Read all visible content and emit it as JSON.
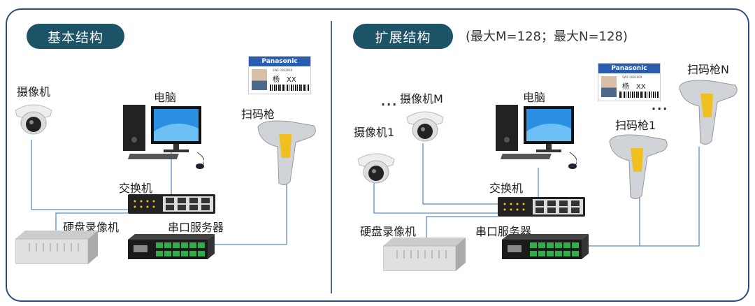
{
  "left": {
    "title": "基本结构",
    "labels": {
      "camera": "摄像机",
      "pc": "电脑",
      "scanner": "扫码枪",
      "switch": "交换机",
      "nvr": "硬盘录像机",
      "serial": "串口服务器"
    },
    "card": {
      "brand": "Panasonic",
      "name": "杨　XX",
      "number": "SWE 0082809"
    }
  },
  "right": {
    "title": "扩展结构",
    "subtitle": "(最大M=128；最大N=128)",
    "labels": {
      "camera_m": "摄像机M",
      "camera_1": "摄像机1",
      "pc": "电脑",
      "scanner_n": "扫码枪N",
      "scanner_1": "扫码枪1",
      "switch": "交换机",
      "nvr": "硬盘录像机",
      "serial": "串口服务器"
    },
    "card": {
      "brand": "Panasonic",
      "name": "杨　XX",
      "number": "SWE 0082809"
    }
  },
  "colors": {
    "frame": "#2b4f7a",
    "pill": "#1d5366",
    "line": "#5b8fc4"
  }
}
